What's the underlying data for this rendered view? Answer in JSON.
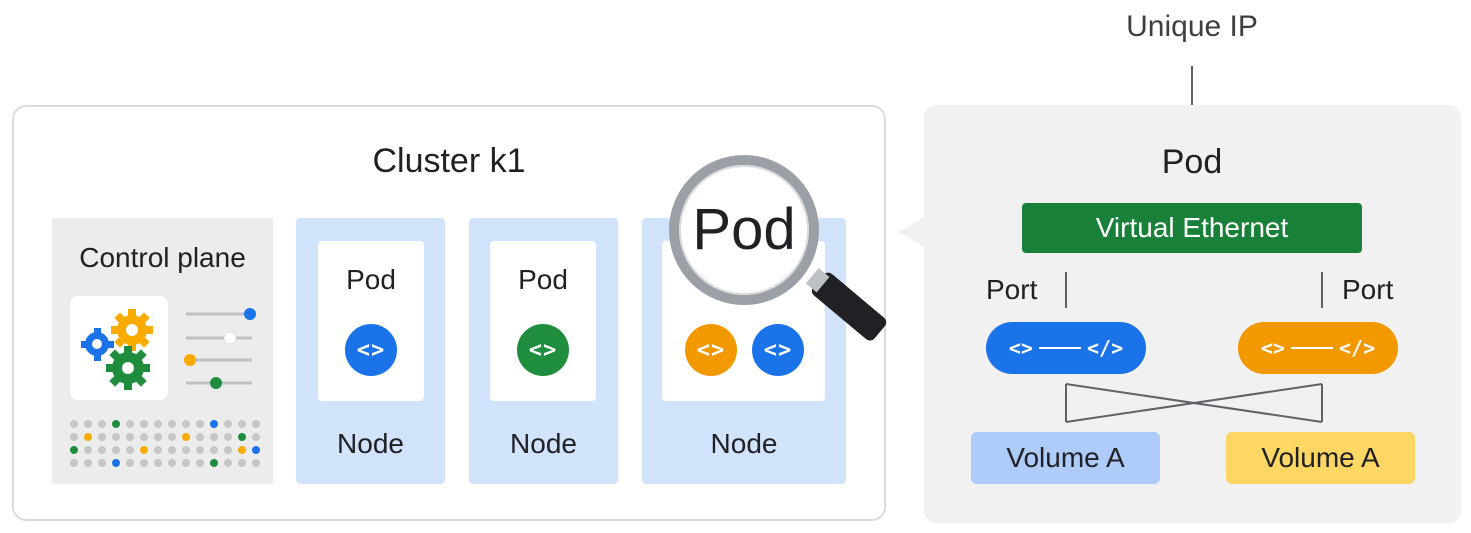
{
  "top_label": "Unique IP",
  "cluster": {
    "title": "Cluster k1",
    "control_plane": {
      "title": "Control plane"
    },
    "nodes": [
      {
        "label": "Node",
        "pod_label": "Pod",
        "containers": [
          {
            "icon": "<>",
            "color": "#1a73e8"
          }
        ]
      },
      {
        "label": "Node",
        "pod_label": "Pod",
        "containers": [
          {
            "icon": "<>",
            "color": "#1e8e3e"
          }
        ]
      },
      {
        "label": "Node",
        "containers": [
          {
            "icon": "<>",
            "color": "#f29900"
          },
          {
            "icon": "<>",
            "color": "#1a73e8"
          }
        ]
      }
    ]
  },
  "magnifier": {
    "label": "Pod"
  },
  "pod_detail": {
    "title": "Pod",
    "virtual_ethernet": "Virtual Ethernet",
    "ports": [
      {
        "label": "Port",
        "left_icon": "<>",
        "right_icon": "</>",
        "color": "#1a73e8"
      },
      {
        "label": "Port",
        "left_icon": "<>",
        "right_icon": "</>",
        "color": "#f29900"
      }
    ],
    "volumes": [
      {
        "label": "Volume A",
        "color": "#aecbfa"
      },
      {
        "label": "Volume A",
        "color": "#fdd663"
      }
    ]
  },
  "colors": {
    "blue": "#1a73e8",
    "green": "#1e8e3e",
    "orange": "#f29900",
    "veth_green": "#188038"
  }
}
